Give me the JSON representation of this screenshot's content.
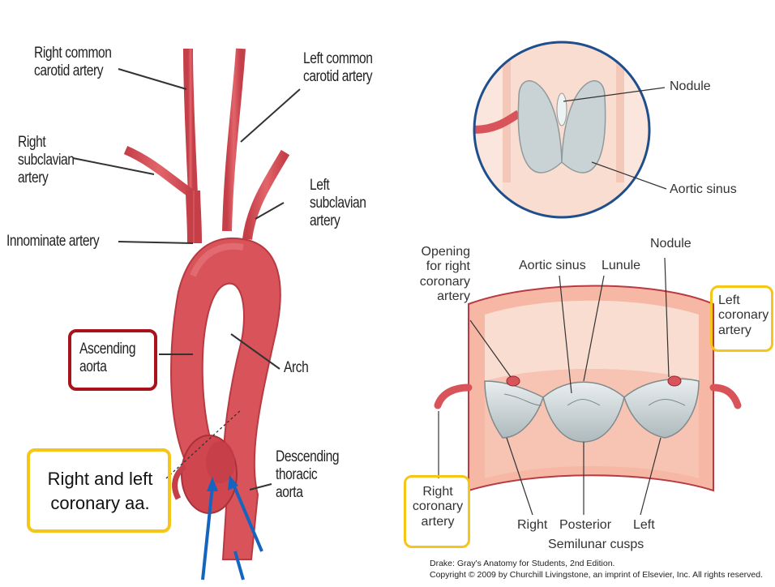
{
  "left_diagram": {
    "right_common_carotid": "Right common\ncarotid artery",
    "left_common_carotid": "Left common\ncarotid artery",
    "right_subclavian": "Right\nsubclavian\nartery",
    "left_subclavian": "Left\nsubclavian\nartery",
    "innominate": "Innominate artery",
    "ascending_aorta": "Ascending\naorta",
    "arch": "Arch",
    "descending_thoracic": "Descending\nthoracic\naorta",
    "coronary_callout": "Right and left\ncoronary aa."
  },
  "right_diagram": {
    "nodule_top": "Nodule",
    "aortic_sinus_top": "Aortic sinus",
    "opening_right_coronary": "Opening\nfor right\ncoronary\nartery",
    "aortic_sinus": "Aortic sinus",
    "lunule": "Lunule",
    "nodule": "Nodule",
    "left_coronary": "Left\ncoronary\nartery",
    "right_coronary": "Right\ncoronary\nartery",
    "cusp_right": "Right",
    "cusp_posterior": "Posterior",
    "cusp_left": "Left",
    "semilunar_cusps": "Semilunar cusps"
  },
  "credit": {
    "line1": "Drake: Gray's Anatomy for Students, 2nd Edition.",
    "line2": "Copyright © 2009 by Churchill Livingstone, an imprint of Elsevier, Inc. All rights reserved."
  },
  "colors": {
    "artery": "#d9535a",
    "artery_dark": "#b83a42",
    "callout_yellow": "#f5c518",
    "callout_red": "#a8121b",
    "arrow_blue": "#1565c0",
    "valve_grey": "#c8d2d4",
    "circle_blue": "#1f4e8c"
  }
}
